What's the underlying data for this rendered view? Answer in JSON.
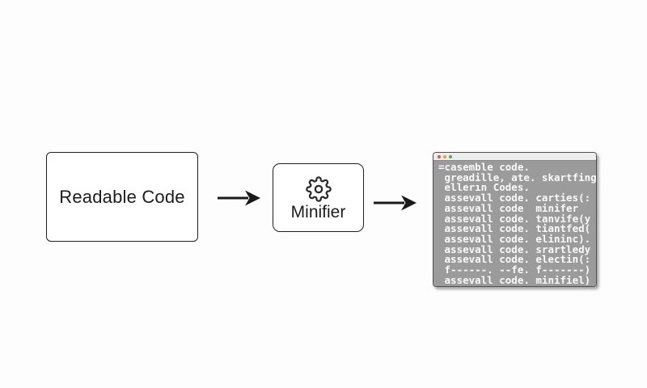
{
  "background_color": "#fdfdfd",
  "flow": {
    "source_node": {
      "label": "Readable Code"
    },
    "process_node": {
      "label": "Minifier",
      "icon": "gear-icon"
    },
    "output_terminal": {
      "window_controls": [
        "close",
        "minimize",
        "zoom"
      ],
      "lines": [
        "=casemble code.",
        " greadille, ate. skartfing",
        " ellerın Codes.",
        " assevall code. carties(:",
        " assevall code  minifer",
        " assevall code. tanvife(y",
        " assevall code. tiantfed(",
        " assevall code. elininc).",
        " assevall code. srartledy",
        " assevall code. electin(:",
        " f------. --fe. f-------)",
        " assevall code. minifiel)"
      ]
    }
  },
  "colors": {
    "arrow": "#1a1a1a",
    "box_border": "#1f1f1f",
    "terminal_body_bg": "#9b9b9b",
    "terminal_titlebar_bg": "#ededed",
    "terminal_text": "#fafafa",
    "traffic_red": "#e0524b",
    "traffic_yellow": "#dfa33a",
    "traffic_green": "#5aa653"
  }
}
